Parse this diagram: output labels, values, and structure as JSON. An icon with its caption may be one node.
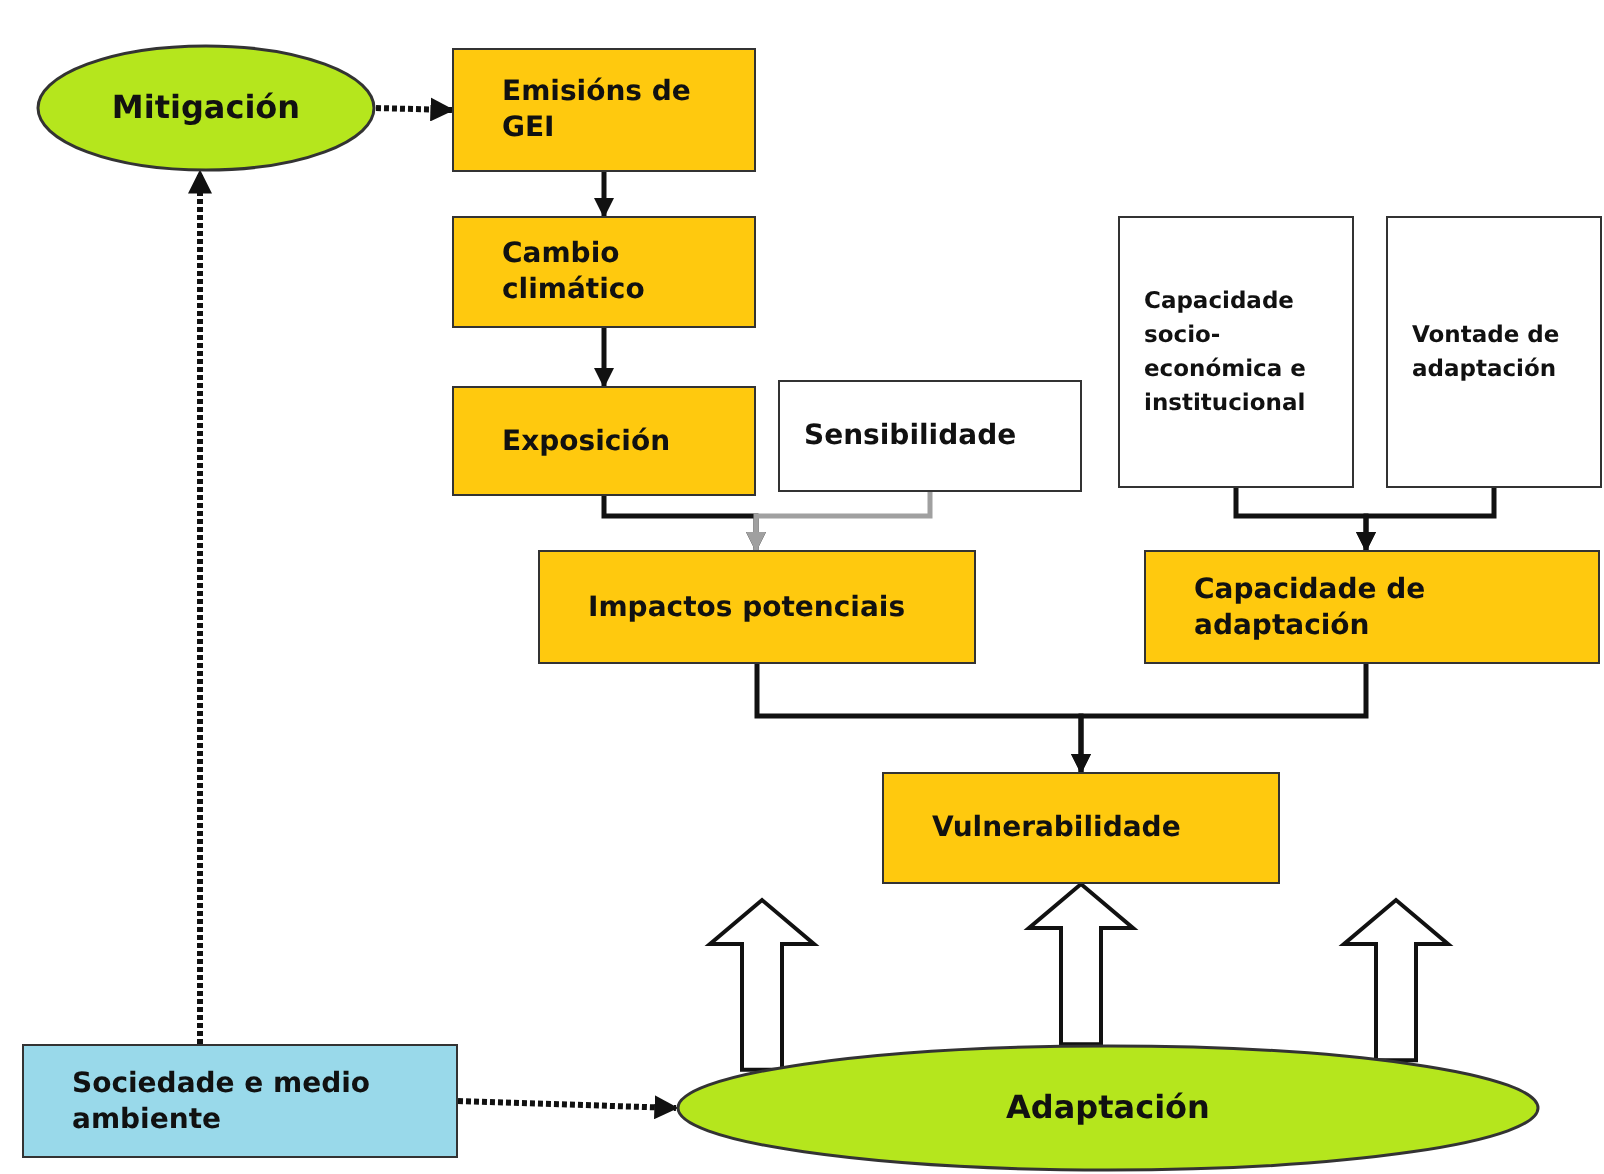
{
  "diagram": {
    "nodes": [
      {
        "text": [
          "Mitigación"
        ]
      },
      {
        "text": [
          "Emisións de GEI"
        ]
      },
      {
        "text": [
          "Cambio climático"
        ]
      },
      {
        "text": [
          "Exposición"
        ]
      },
      {
        "text": [
          "Sensibilidade"
        ]
      },
      {
        "text": [
          "Capacidade socio-económica e institucional"
        ]
      },
      {
        "text": [
          "Vontade de adaptación"
        ]
      },
      {
        "text": [
          "Impactos potenciais"
        ]
      },
      {
        "text": [
          "Capacidade de adaptación"
        ]
      },
      {
        "text": [
          "Vulnerabilidade"
        ]
      },
      {
        "text": [
          "Sociedade e medio ambiente"
        ]
      },
      {
        "text": [
          "Adaptación"
        ]
      }
    ],
    "edges": [
      {
        "from": 0,
        "to": 1,
        "arrow": "to",
        "style": "dashed"
      },
      {
        "from": 1,
        "to": 2,
        "arrow": "to"
      },
      {
        "from": 2,
        "to": 3,
        "arrow": "to"
      },
      {
        "from": 3,
        "to": 7,
        "arrow": "to"
      },
      {
        "from": 4,
        "to": 7,
        "arrow": "to",
        "color": "#a0a0a0"
      },
      {
        "from": 5,
        "to": 8,
        "arrow": "to"
      },
      {
        "from": 6,
        "to": 8,
        "arrow": "to"
      },
      {
        "from": 7,
        "to": 9,
        "arrow": "to"
      },
      {
        "from": 8,
        "to": 9,
        "arrow": "to"
      },
      {
        "from": 10,
        "to": 0,
        "arrow": "to",
        "style": "dashed"
      },
      {
        "from": 10,
        "to": 11,
        "arrow": "to",
        "style": "dashed"
      },
      {
        "from": 11,
        "to": null,
        "arrow": "to",
        "style": "thick"
      },
      {
        "from": 11,
        "to": 9,
        "arrow": "to",
        "style": "thick"
      },
      {
        "from": 11,
        "to": null,
        "arrow": "to",
        "style": "thick"
      }
    ]
  }
}
